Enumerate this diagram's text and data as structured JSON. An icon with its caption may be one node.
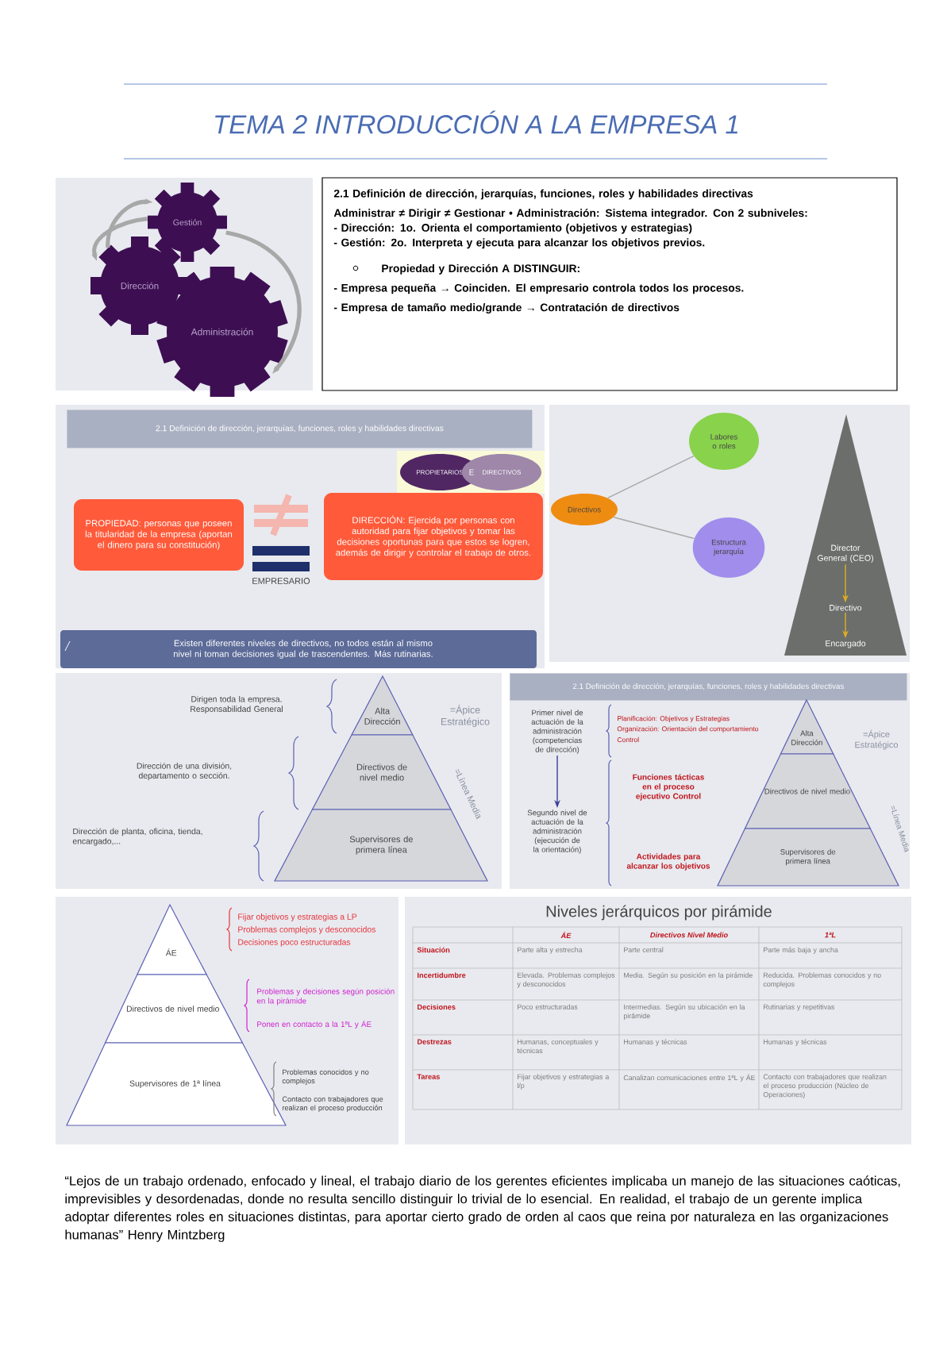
{
  "diagram": {
    "title": "TEMA 2 INTRODUCCIÓN A LA EMPRESA 1",
    "nodes": [
      {
        "text": [
          "Gestión"
        ]
      },
      {
        "text": [
          "Dirección"
        ]
      },
      {
        "text": [
          "Administración"
        ]
      },
      {
        "text": [
          "2.1 Definición de dirección, jerarquías, funciones, roles y habilidades directivas",
          "Administrar ≠ Dirigir ≠ Gestionar • Administración: Sistema integrador. Con 2 subniveles:",
          "- Dirección: 1o. Orienta el comportamiento (objetivos y estrategias)",
          "- Gestión: 2o. Interpreta y ejecuta para alcanzar los objetivos previos.",
          "Propiedad y Dirección A DISTINGUIR:",
          "- Empresa pequeña → Coinciden. El empresario controla todos los procesos.",
          "- Empresa de tamaño medio/grande → Contratación de directivos"
        ]
      },
      {
        "text": [
          "2.1 Definición de dirección, jerarquías, funciones, roles y habilidades directivas"
        ]
      },
      {
        "text": [
          "PROPIETARIOS"
        ]
      },
      {
        "text": [
          "DIRECTIVOS"
        ]
      },
      {
        "text": [
          "PROPIEDAD: personas que poseen la titularidad de la empresa (aportan el dinero para su constitución)"
        ]
      },
      {
        "text": [
          "DIRECCIÓN: Ejercida por personas con autoridad para fijar objetivos y tomar las decisiones oportunas para que estos se logren, además de dirigir y controlar el trabajo de otros."
        ]
      },
      {
        "text": [
          "Existen diferentes niveles de directivos, no todos están al mismo nivel ni toman decisiones igual de trascendentes. Más rutinarias."
        ]
      },
      {
        "text": [
          "Labores o roles"
        ]
      },
      {
        "text": [
          "Directivos"
        ]
      },
      {
        "text": [
          "Estructura jerarquía"
        ]
      },
      {
        "text": [],
        "shape": "triangle"
      },
      {
        "text": [
          "Director General (CEO)"
        ],
        "in": 13
      },
      {
        "text": [
          "Directivo"
        ],
        "in": 13
      },
      {
        "text": [
          "Encargado"
        ],
        "in": 13
      },
      {
        "text": [
          "Alta Dirección"
        ]
      },
      {
        "text": [
          "Directivos de nivel medio"
        ]
      },
      {
        "text": [
          "Supervisores de primera línea"
        ]
      },
      {
        "text": [
          "2.1 Definición de dirección, jerarquías, funciones, roles y habilidades directivas"
        ]
      },
      {
        "text": [
          "Primer nivel de actuación de la administración (competencias de dirección)"
        ]
      },
      {
        "text": [
          "Segundo nivel de actuación de la administración (ejecución de la orientación)"
        ]
      },
      {
        "text": [
          "Alta Dirección"
        ]
      },
      {
        "text": [
          "Directivos de nivel medio"
        ]
      },
      {
        "text": [
          "Supervisores de primera línea"
        ]
      },
      {
        "text": [
          "ÁE"
        ]
      },
      {
        "text": [
          "Directivos de nivel medio"
        ]
      },
      {
        "text": [
          "Supervisores de 1ª línea"
        ]
      }
    ],
    "edges": [
      {
        "from": 1,
        "to": 0,
        "arrow": "to",
        "style": "thick"
      },
      {
        "from": 0,
        "to": 1,
        "arrow": "to",
        "style": "thick"
      },
      {
        "from": 0,
        "to": 2,
        "arrow": "to",
        "style": "thick"
      },
      {
        "from": 11,
        "to": 10,
        "arrow": "none"
      },
      {
        "from": 11,
        "to": 12,
        "arrow": "none"
      },
      {
        "from": 14,
        "to": 15,
        "arrow": "to",
        "color": "#e0b020"
      },
      {
        "from": 15,
        "to": 16,
        "arrow": "to",
        "color": "#e0b020"
      },
      {
        "from": 21,
        "to": 22,
        "arrow": "to",
        "color": "#3a3f9a"
      }
    ],
    "labels": [
      "E",
      "EMPRESARIO",
      "Dirigen toda la empresa. Responsabilidad General",
      "=Ápice Estratégico",
      "Dirección de una división, departamento o sección.",
      "=Línea Media",
      "Dirección de planta, oficina, tienda, encargado,...",
      "Planificación: Objetivos y Estrategias",
      "Organización: Orientación del comportamiento",
      "Control",
      "=Ápice Estratégico",
      "Funciones tácticas en el proceso ejecutivo Control",
      "=Línea Media",
      "Actividades para alcanzar los objetivos",
      "Fijar objetivos y estrategias a LP",
      "Problemas complejos y desconocidos",
      "Decisiones poco estructuradas",
      "Problemas y decisiones según posición en la pirámide",
      "Ponen en contacto a la 1ªL y ÁE",
      "Problemas conocidos y no complejos",
      "Contacto con trabajadores que realizan el proceso producción",
      "Niveles jerárquicos por pirámide",
      "ÁE",
      "Directivos Nivel Medio",
      "1ªL",
      "Situación",
      "Parte alta y estrecha",
      "Parte central",
      "Parte más baja y ancha",
      "Incertidumbre",
      "Elevada. Problemas complejos y desconocidos",
      "Media. Según su posición en la pirámide",
      "Reducida. Problemas conocidos y no complejos",
      "Decisiones",
      "Poco estructuradas",
      "Intermedias. Según su ubicación en la pirámide",
      "Rutinarias y repetitivas",
      "Destrezas",
      "Humanas, conceptuales y técnicas",
      "Humanas y técnicas",
      "Humanas y técnicas",
      "Tareas",
      "Fijar objetivos y estrategias a l/p",
      "Canalizan comunicaciones entre 1ªL y ÁE",
      "Contacto con trabajadores que realizan el proceso producción (Núcleo de Operaciones)",
      "“Lejos de un trabajo ordenado, enfocado y lineal, el trabajo diario de los gerentes eficientes implicaba un manejo de las situaciones caóticas, imprevisibles y desordenadas, donde no resulta sencillo distinguir lo trivial de lo esencial. En realidad, el trabajo de un gerente implica adoptar diferentes roles en situaciones distintas, para aportar cierto grado de orden al caos que reina por naturaleza en las organizaciones humanas” Henry Mintzberg"
    ]
  }
}
